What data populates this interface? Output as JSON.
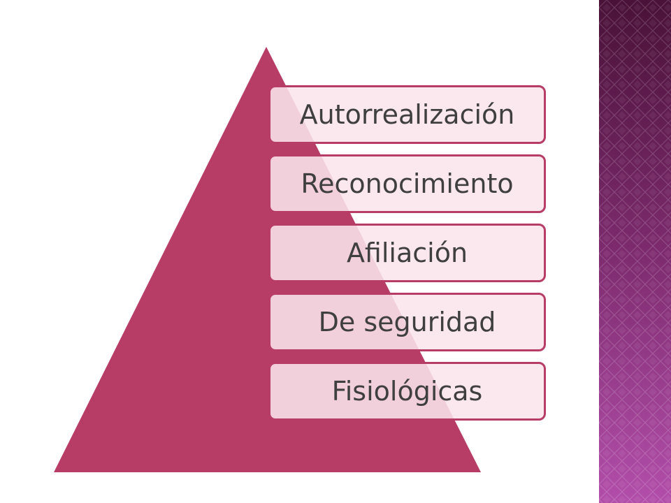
{
  "pyramid": {
    "levels": [
      {
        "label": "Autorrealización"
      },
      {
        "label": "Reconocimiento"
      },
      {
        "label": "Afiliación"
      },
      {
        "label": "De seguridad"
      },
      {
        "label": "Fisiológicas"
      }
    ]
  },
  "colors": {
    "pyramid_fill": "#b73c66",
    "box_fill": "#fae5ec",
    "box_border": "#b73c66",
    "label_text": "#3f3f3f",
    "sidebar_top": "#4a1238",
    "sidebar_bottom": "#b24eaa"
  }
}
